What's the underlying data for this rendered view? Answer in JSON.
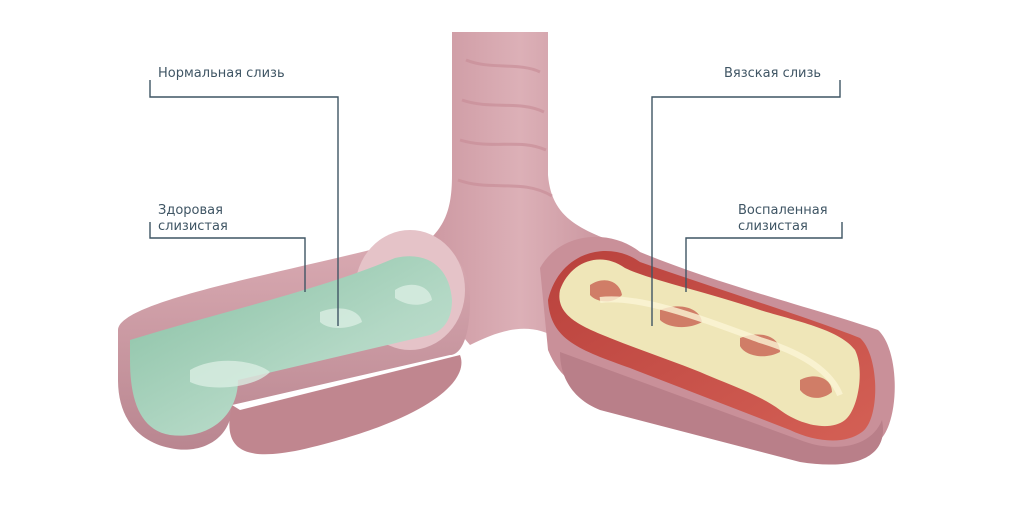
{
  "labels": {
    "normal_mucus": "Нормальная слизь",
    "healthy_mucosa_line1": "Здоровая",
    "healthy_mucosa_line2": "слизистая",
    "viscous_mucus": "Вязская слизь",
    "inflamed_mucosa_line1": "Воспаленная",
    "inflamed_mucosa_line2": "слизистая"
  },
  "colors": {
    "airway_wall": "#d6a5ad",
    "airway_wall_dark": "#b37f8a",
    "healthy_lumen": "#a9d0bd",
    "inflamed_lumen": "#c2463f",
    "viscous_mucus": "#ede3b4",
    "leader_line": "#3f5564"
  }
}
